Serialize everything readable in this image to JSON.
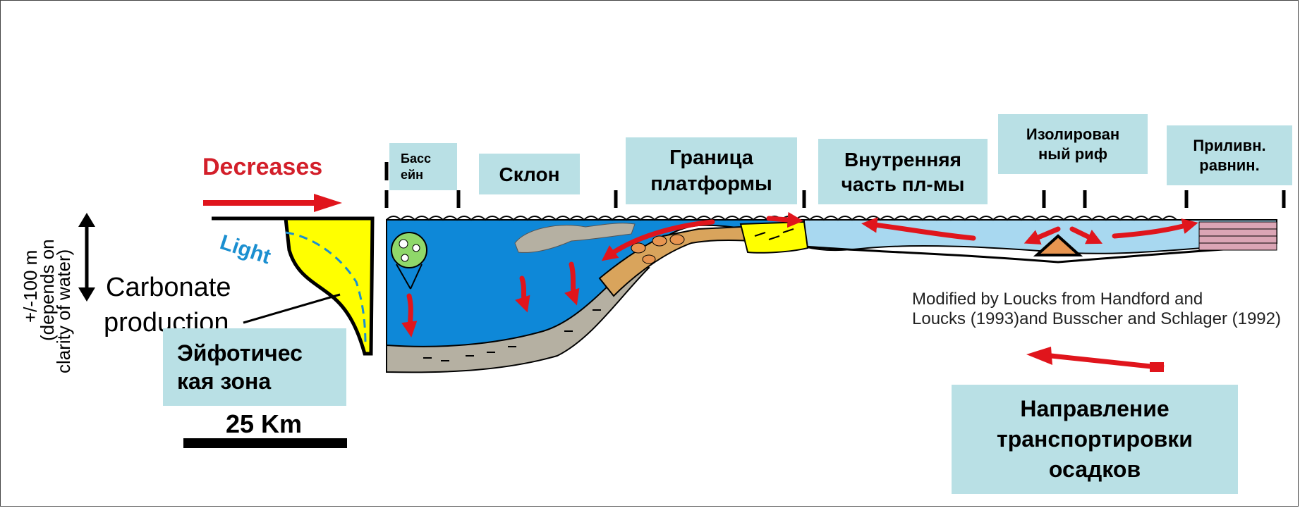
{
  "production_panel": {
    "decreases": "Decreases",
    "light": "Light",
    "depth_axis_line1": "+/-100 m",
    "depth_axis_line2": "(depends on",
    "depth_axis_line3": "clarity of water)",
    "carbonate_line1": "Carbonate",
    "carbonate_line2": "production",
    "scale_bar": "25 Km",
    "euphotic_zone_line1": "Эйфотичес",
    "euphotic_zone_line2": "кая зона"
  },
  "zones": {
    "basin_line1": "Басс",
    "basin_line2": "ейн",
    "slope": "Склон",
    "platform_margin_line1": "Граница",
    "platform_margin_line2": "платформы",
    "inner_platform_line1": "Внутренняя",
    "inner_platform_line2": "часть пл-мы",
    "isolated_reef_line1": "Изолирован",
    "isolated_reef_line2": "ный риф",
    "tidal_flats_line1": "Приливн.",
    "tidal_flats_line2": "равнин."
  },
  "citation": {
    "line1": "Modified by Loucks from Handford and",
    "line2": "Loucks (1993)and Busscher and Schlager (1992)"
  },
  "legend": {
    "transport_line1": "Направление",
    "transport_line2": "транспортировки",
    "transport_line3": "осадков"
  },
  "colors": {
    "deep_water": "#0e88d8",
    "shallow_water": "#a8d8f0",
    "production_fill": "#ffff00",
    "arrow_red": "#e0151c",
    "label_box": "#b9e0e5",
    "slope_sediment": "#b5b0a2",
    "reef_orange": "#e89550",
    "tidal_flat": "#dba5b5"
  }
}
